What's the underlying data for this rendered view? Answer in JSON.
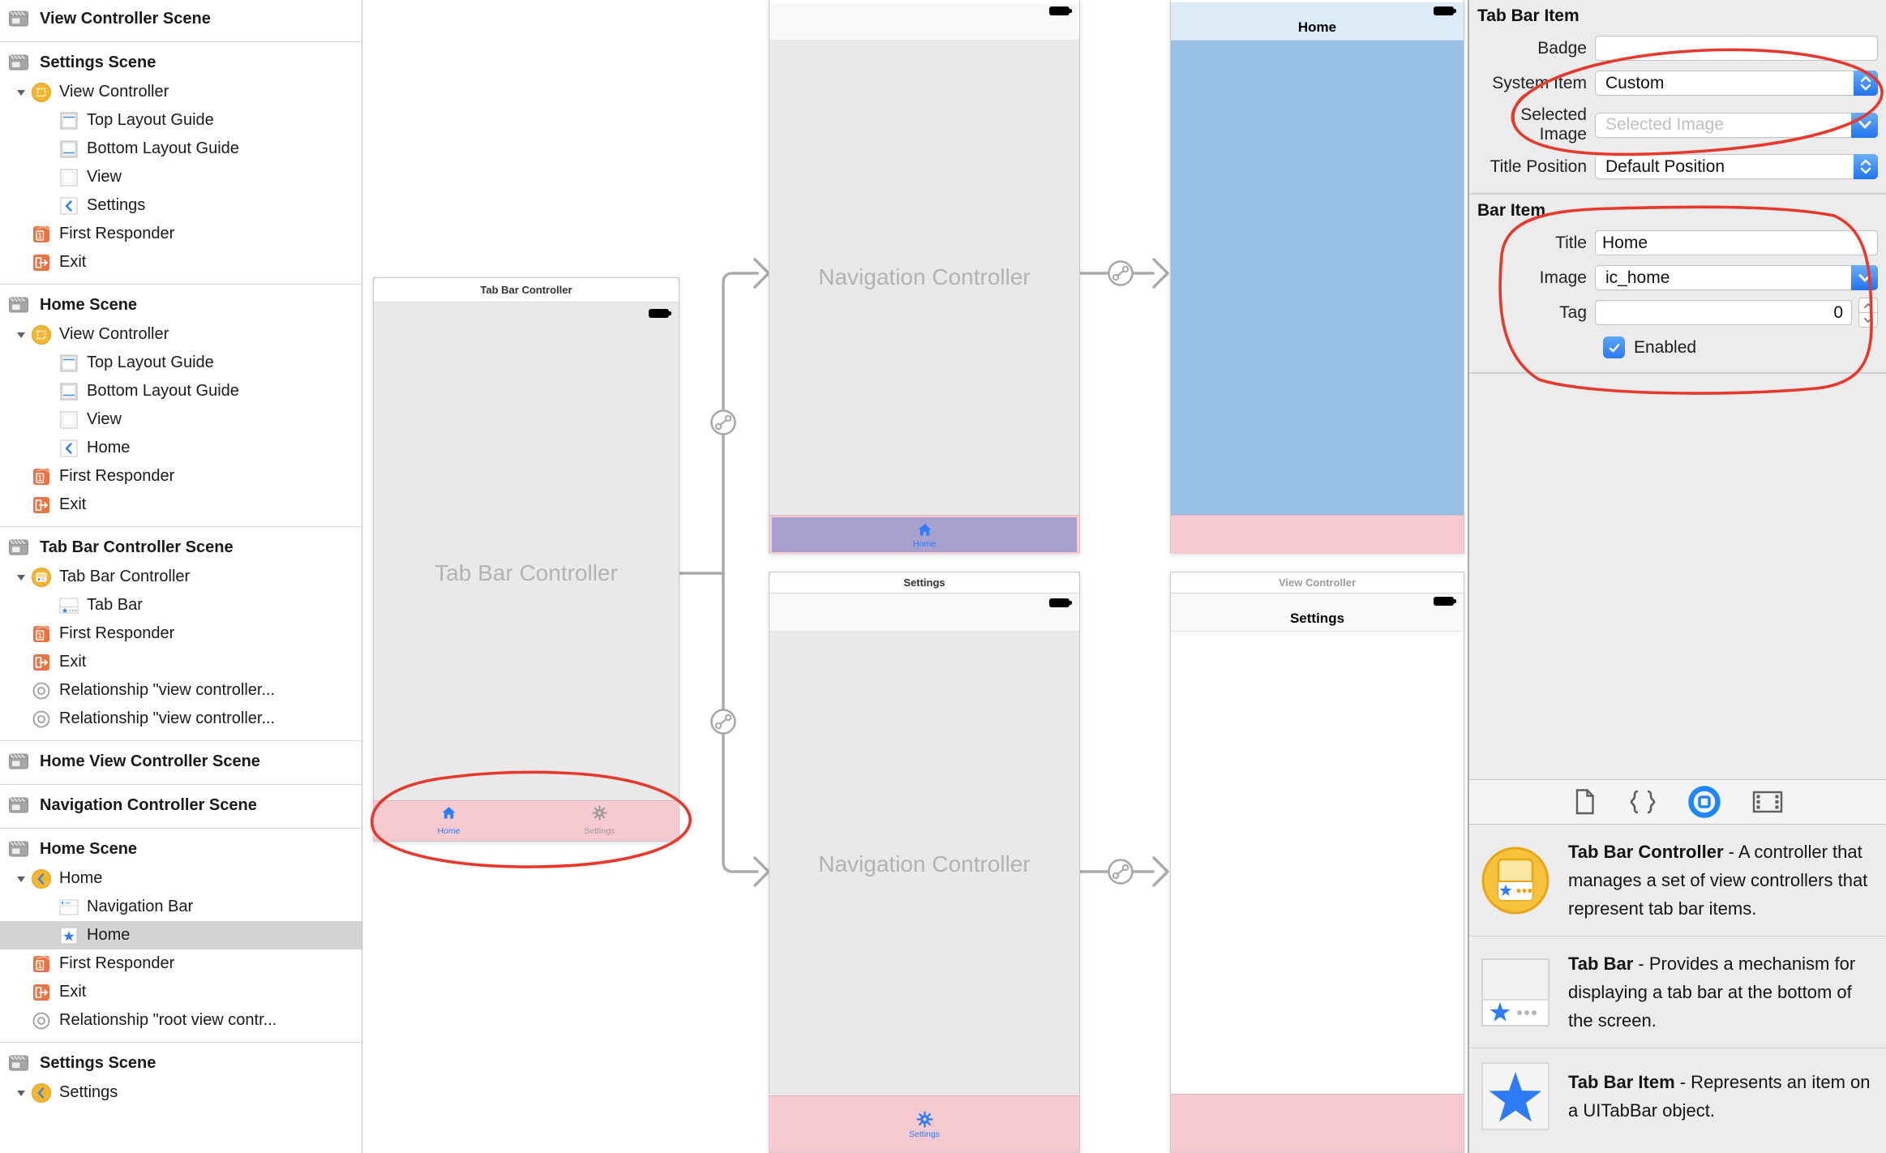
{
  "sidebar": {
    "rows": [
      {
        "t": "header",
        "icon": "scene-icon",
        "label": "View Controller Scene"
      },
      {
        "t": "sep"
      },
      {
        "t": "header",
        "icon": "scene-icon",
        "label": "Settings Scene"
      },
      {
        "t": "item",
        "depth": 1,
        "disclosure": true,
        "icon": "view-controller-icon",
        "label": "View Controller"
      },
      {
        "t": "item",
        "depth": 2,
        "icon": "top-layout-guide-icon",
        "label": "Top Layout Guide"
      },
      {
        "t": "item",
        "depth": 2,
        "icon": "bottom-layout-guide-icon",
        "label": "Bottom Layout Guide"
      },
      {
        "t": "item",
        "depth": 2,
        "icon": "view-icon",
        "label": "View"
      },
      {
        "t": "item",
        "depth": 2,
        "icon": "back-item-icon",
        "label": "Settings"
      },
      {
        "t": "item",
        "depth": 1,
        "icon": "first-responder-icon",
        "label": "First Responder"
      },
      {
        "t": "item",
        "depth": 1,
        "icon": "exit-icon",
        "label": "Exit"
      },
      {
        "t": "sep"
      },
      {
        "t": "header",
        "icon": "scene-icon",
        "label": "Home Scene"
      },
      {
        "t": "item",
        "depth": 1,
        "disclosure": true,
        "icon": "view-controller-icon",
        "label": "View Controller"
      },
      {
        "t": "item",
        "depth": 2,
        "icon": "top-layout-guide-icon",
        "label": "Top Layout Guide"
      },
      {
        "t": "item",
        "depth": 2,
        "icon": "bottom-layout-guide-icon",
        "label": "Bottom Layout Guide"
      },
      {
        "t": "item",
        "depth": 2,
        "icon": "view-icon",
        "label": "View"
      },
      {
        "t": "item",
        "depth": 2,
        "icon": "back-item-icon",
        "label": "Home"
      },
      {
        "t": "item",
        "depth": 1,
        "icon": "first-responder-icon",
        "label": "First Responder"
      },
      {
        "t": "item",
        "depth": 1,
        "icon": "exit-icon",
        "label": "Exit"
      },
      {
        "t": "sep"
      },
      {
        "t": "header",
        "icon": "scene-icon",
        "label": "Tab Bar Controller Scene"
      },
      {
        "t": "item",
        "depth": 1,
        "disclosure": true,
        "icon": "tab-bar-controller-icon",
        "label": "Tab Bar Controller"
      },
      {
        "t": "item",
        "depth": 2,
        "icon": "tab-bar-icon",
        "label": "Tab Bar"
      },
      {
        "t": "item",
        "depth": 1,
        "icon": "first-responder-icon",
        "label": "First Responder"
      },
      {
        "t": "item",
        "depth": 1,
        "icon": "exit-icon",
        "label": "Exit"
      },
      {
        "t": "item",
        "depth": 1,
        "icon": "relationship-icon",
        "label": "Relationship \"view controller..."
      },
      {
        "t": "item",
        "depth": 1,
        "icon": "relationship-icon",
        "label": "Relationship \"view controller..."
      },
      {
        "t": "sep"
      },
      {
        "t": "header",
        "icon": "scene-icon",
        "label": "Home View Controller Scene"
      },
      {
        "t": "sep"
      },
      {
        "t": "header",
        "icon": "scene-icon",
        "label": "Navigation Controller Scene"
      },
      {
        "t": "sep"
      },
      {
        "t": "header",
        "icon": "scene-icon",
        "label": "Home Scene"
      },
      {
        "t": "item",
        "depth": 1,
        "disclosure": true,
        "icon": "yellow-back-icon",
        "label": "Home"
      },
      {
        "t": "item",
        "depth": 2,
        "icon": "navigation-bar-icon",
        "label": "Navigation Bar"
      },
      {
        "t": "item",
        "depth": 2,
        "icon": "star-item-icon",
        "label": "Home",
        "selected": true
      },
      {
        "t": "item",
        "depth": 1,
        "icon": "first-responder-icon",
        "label": "First Responder"
      },
      {
        "t": "item",
        "depth": 1,
        "icon": "exit-icon",
        "label": "Exit"
      },
      {
        "t": "item",
        "depth": 1,
        "icon": "relationship-icon",
        "label": "Relationship \"root view contr..."
      },
      {
        "t": "sep"
      },
      {
        "t": "header",
        "icon": "scene-icon",
        "label": "Settings Scene"
      },
      {
        "t": "item",
        "depth": 1,
        "disclosure": true,
        "icon": "yellow-back-icon",
        "label": "Settings"
      }
    ]
  },
  "canvas": {
    "tab_bar_controller_scene": {
      "header": "Tab Bar Controller",
      "placeholder": "Tab Bar Controller",
      "tab_items": [
        {
          "label": "Home",
          "icon": "home-icon",
          "active": true
        },
        {
          "label": "Settings",
          "icon": "gear-icon",
          "active": false
        }
      ]
    },
    "nav_controller_top_scene": {
      "placeholder": "Navigation Controller",
      "selected_tab_label": "Home"
    },
    "home_scene": {
      "title": "Home"
    },
    "nav_controller_bottom_scene": {
      "header": "Settings",
      "placeholder": "Navigation Controller",
      "selected_tab_label": "Settings"
    },
    "settings_scene": {
      "header": "View Controller",
      "title": "Settings"
    }
  },
  "inspector": {
    "sections": [
      {
        "title": "Tab Bar Item",
        "fields": [
          {
            "label": "Badge",
            "type": "text",
            "value": ""
          },
          {
            "label": "System Item",
            "type": "popup",
            "value": "Custom"
          },
          {
            "label": "Selected Image",
            "type": "combo",
            "value": "",
            "placeholder": "Selected Image"
          },
          {
            "label": "Title Position",
            "type": "popup",
            "value": "Default Position"
          }
        ]
      },
      {
        "title": "Bar Item",
        "fields": [
          {
            "label": "Title",
            "type": "text",
            "value": "Home"
          },
          {
            "label": "Image",
            "type": "combo",
            "value": "ic_home"
          },
          {
            "label": "Tag",
            "type": "number",
            "value": "0"
          },
          {
            "label": "",
            "type": "checkbox",
            "checked": true,
            "text": "Enabled"
          }
        ]
      }
    ],
    "library_tabs": [
      {
        "icon": "file-template-library-icon",
        "selected": false
      },
      {
        "icon": "code-snippet-library-icon",
        "selected": false
      },
      {
        "icon": "object-library-icon",
        "selected": true
      },
      {
        "icon": "media-library-icon",
        "selected": false
      }
    ],
    "library_items": [
      {
        "icon": "tab-bar-controller-library-icon",
        "title": "Tab Bar Controller",
        "description": " - A controller that manages a set of view controllers that represent tab bar items."
      },
      {
        "icon": "tab-bar-library-icon",
        "title": "Tab Bar",
        "description": " - Provides a mechanism for displaying a tab bar at the bottom of the screen."
      },
      {
        "icon": "tab-bar-item-library-icon",
        "title": "Tab Bar Item",
        "description": " - Represents an item on a UITabBar object."
      }
    ]
  },
  "annotations": {
    "color": "#E8382C",
    "circled_regions": [
      "system-item-and-selected-image-fields",
      "bar-item-section",
      "tab-bar-in-canvas"
    ]
  },
  "colors": {
    "accent_blue": "#2E7CF6",
    "panel_bg": "#ECECEC",
    "scene_body_gray": "#E9E9E9",
    "home_body_blue": "#98C0E5",
    "home_navbar_blue": "#DCEBF7",
    "tab_bar_pink": "#F7C9D0",
    "selected_tab_purple": "#A8A1CE",
    "annotation_red": "#E8382C",
    "icon_amber": "#F5B62F",
    "icon_orange": "#ED7142"
  }
}
